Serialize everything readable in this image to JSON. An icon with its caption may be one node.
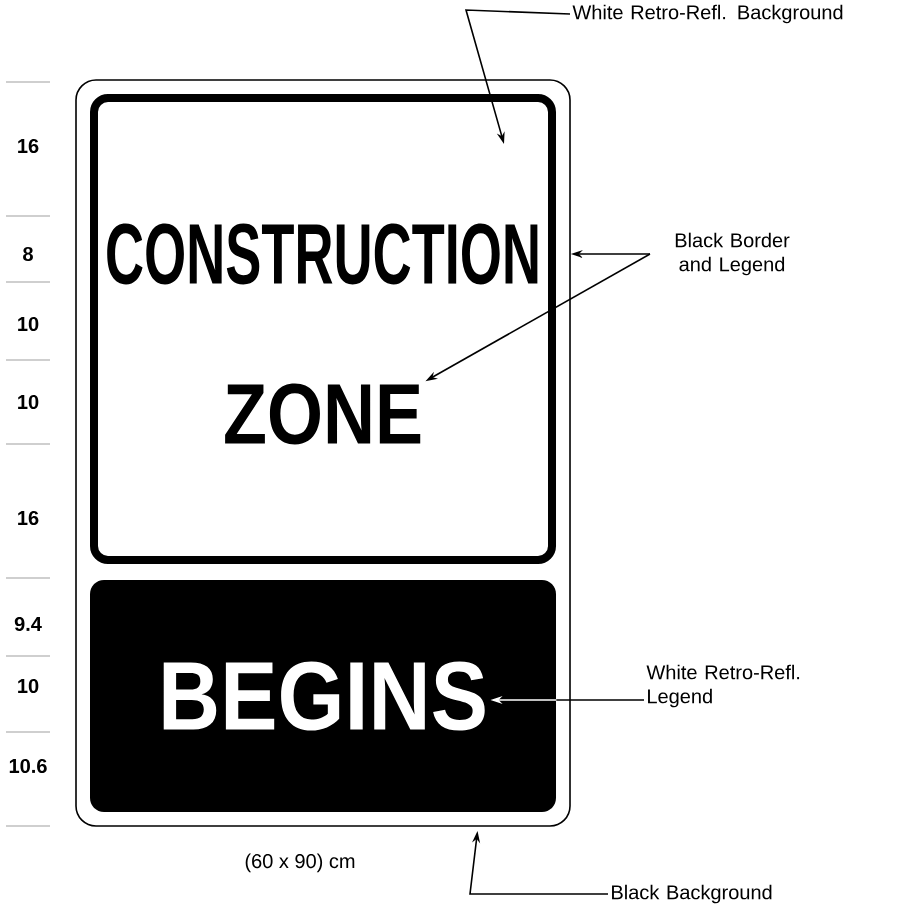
{
  "diagram": {
    "nodes": [
      {
        "text": [
          "White Retro-Refl. Background"
        ]
      },
      {
        "text": [],
        "shape": "box",
        "beside": [
          "(60 x 90) cm"
        ]
      },
      {
        "text": [],
        "shape": "box",
        "in": 1
      },
      {
        "text": [
          "CONSTRUCTION"
        ],
        "in": 2
      },
      {
        "text": [
          "ZONE"
        ],
        "in": 2
      },
      {
        "text": [],
        "shape": "box",
        "in": 1
      },
      {
        "text": [
          "BEGINS"
        ],
        "in": 5
      },
      {
        "text": [
          "Black Border and Legend"
        ]
      },
      {
        "text": [
          "White Retro-Refl. Legend"
        ]
      },
      {
        "text": [
          "Black Background"
        ]
      }
    ],
    "edges": [
      {
        "from": 0,
        "to": 2,
        "arrow": "to"
      },
      {
        "from": 7,
        "to": 1,
        "arrow": "to"
      },
      {
        "from": 7,
        "to": 4,
        "arrow": "to"
      },
      {
        "from": 8,
        "to": 6,
        "arrow": "to"
      },
      {
        "from": 9,
        "to": 5,
        "arrow": "to"
      }
    ],
    "labels": [
      "16",
      "8",
      "10",
      "10",
      "16",
      "9.4",
      "10",
      "10.6"
    ]
  }
}
